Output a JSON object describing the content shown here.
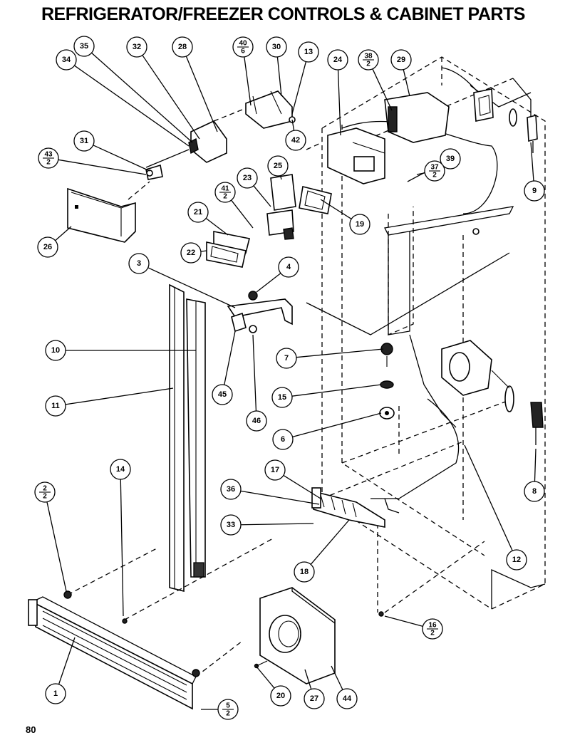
{
  "title": "REFRIGERATOR/FREEZER CONTROLS & CABINET PARTS",
  "page_number": "80",
  "callouts": [
    {
      "label": "35"
    },
    {
      "label": "32"
    },
    {
      "label": "28"
    },
    {
      "label": "40",
      "sub": "6"
    },
    {
      "label": "30"
    },
    {
      "label": "13"
    },
    {
      "label": "24"
    },
    {
      "label": "38",
      "sub": "2"
    },
    {
      "label": "29"
    },
    {
      "label": "34"
    },
    {
      "label": "31"
    },
    {
      "label": "43",
      "sub": "2"
    },
    {
      "label": "42"
    },
    {
      "label": "25"
    },
    {
      "label": "23"
    },
    {
      "label": "39"
    },
    {
      "label": "41",
      "sub": "2"
    },
    {
      "label": "37",
      "sub": "2"
    },
    {
      "label": "9"
    },
    {
      "label": "21"
    },
    {
      "label": "19"
    },
    {
      "label": "26"
    },
    {
      "label": "22"
    },
    {
      "label": "3"
    },
    {
      "label": "4"
    },
    {
      "label": "10"
    },
    {
      "label": "7"
    },
    {
      "label": "11"
    },
    {
      "label": "45"
    },
    {
      "label": "15"
    },
    {
      "label": "46"
    },
    {
      "label": "6"
    },
    {
      "label": "14"
    },
    {
      "label": "2",
      "sub": "2"
    },
    {
      "label": "17"
    },
    {
      "label": "8"
    },
    {
      "label": "36"
    },
    {
      "label": "33"
    },
    {
      "label": "12"
    },
    {
      "label": "18"
    },
    {
      "label": "16",
      "sub": "2"
    },
    {
      "label": "1"
    },
    {
      "label": "20"
    },
    {
      "label": "27"
    },
    {
      "label": "44"
    },
    {
      "label": "5",
      "sub": "2"
    }
  ]
}
